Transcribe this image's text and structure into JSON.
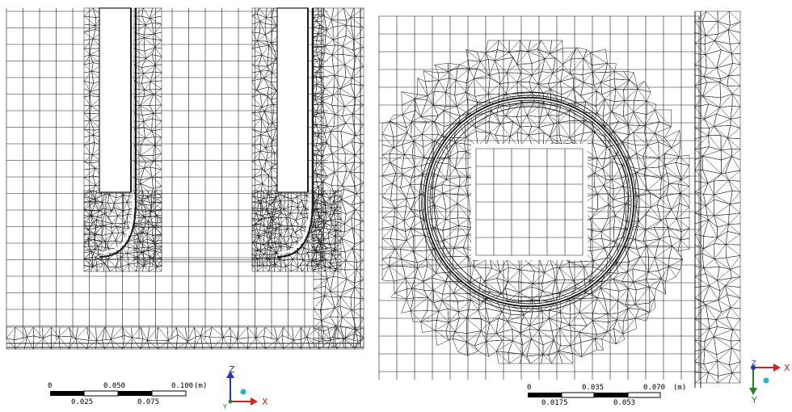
{
  "panels": {
    "left": {
      "view": "x-z",
      "scale_bar": {
        "unit": "(m)",
        "top_labels": [
          "0",
          "0.050",
          "0.100"
        ],
        "bottom_labels": [
          "0.025",
          "0.075"
        ]
      },
      "triad": {
        "vertical": "Z",
        "horizontal": "X",
        "out_of_plane": "Y"
      }
    },
    "right": {
      "view": "x-y",
      "scale_bar": {
        "unit": "(m)",
        "top_labels": [
          "0",
          "0.035",
          "0.070"
        ],
        "bottom_labels": [
          "0.0175",
          "0.053"
        ]
      },
      "triad": {
        "horizontal": "X",
        "vertical": "Y",
        "out_of_plane": "Z"
      }
    }
  },
  "colors": {
    "mesh_line": "#1a1a1a",
    "background": "#ffffff",
    "axis_z_left": "#2233cc",
    "axis_x": "#d42020",
    "axis_y_right": "#1e8a1e",
    "origin_dot": "#1fb8c8"
  }
}
